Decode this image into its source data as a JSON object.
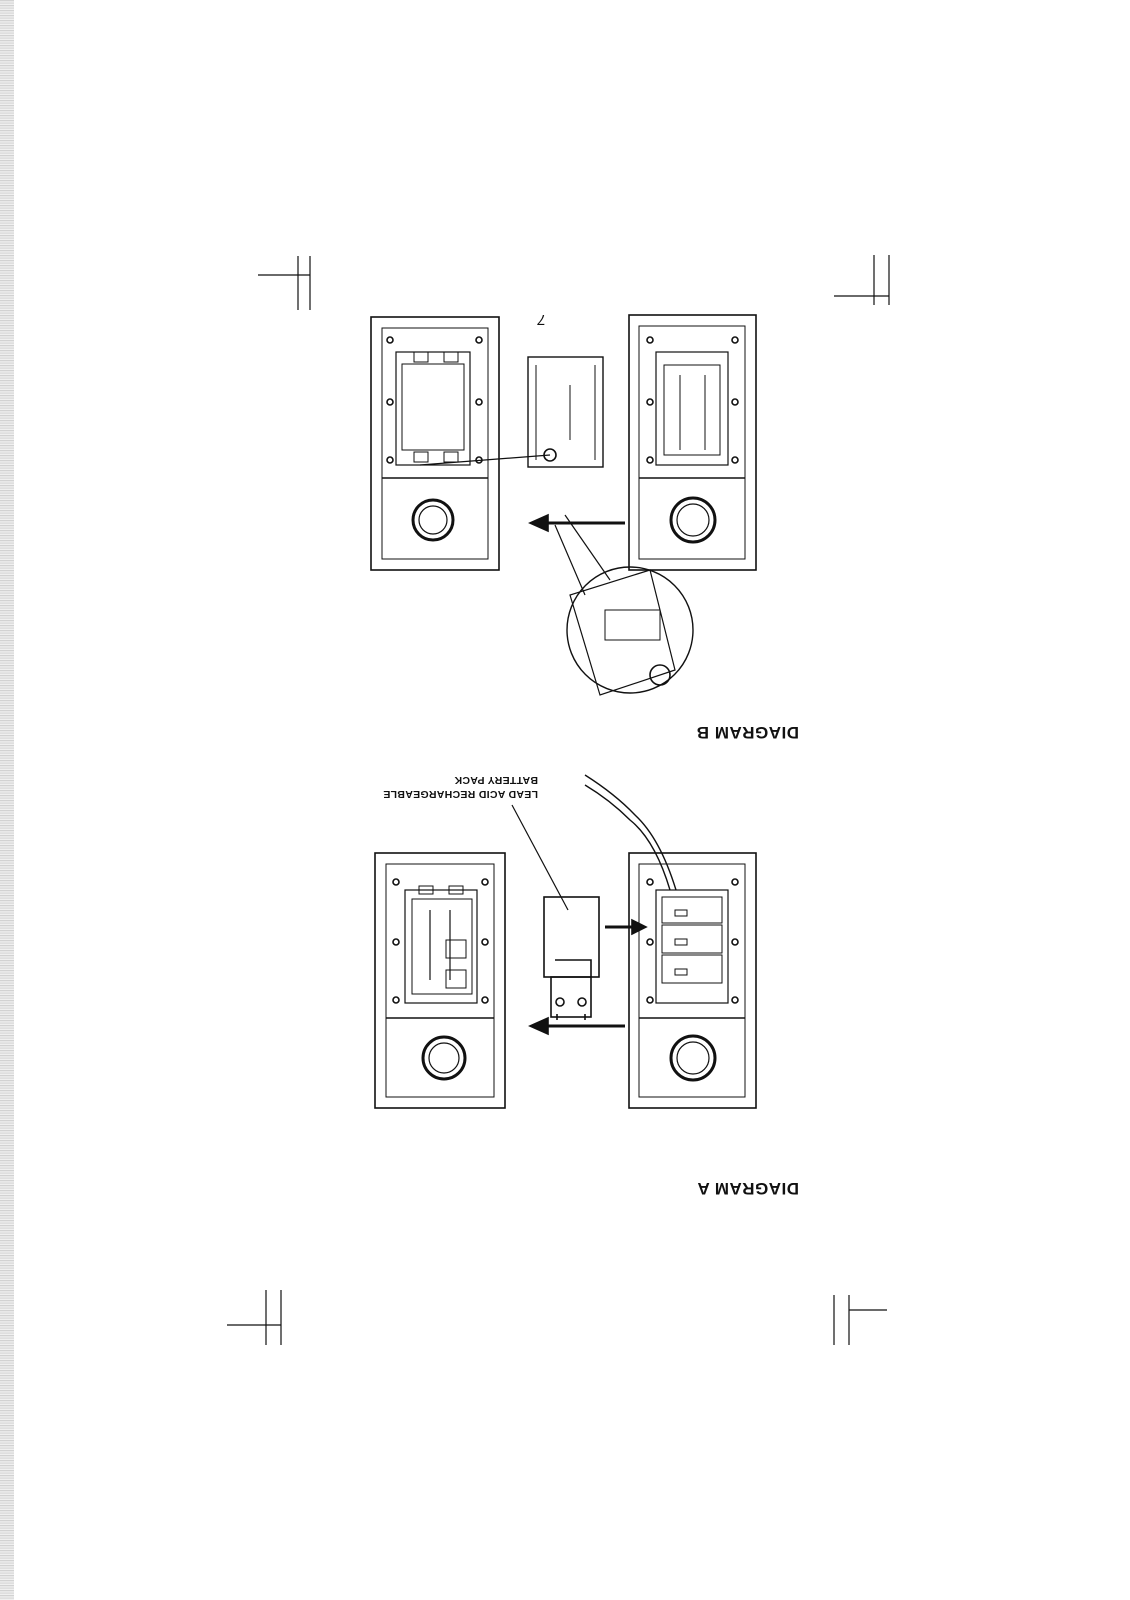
{
  "page_number": "7",
  "diagram_a": {
    "title": "DIAGRAM A",
    "callout_line1": "LEAD ACID RECHARGEABLE",
    "callout_line2": "BATTERY PACK"
  },
  "diagram_b": {
    "title": "DIAGRAM B"
  },
  "icons": [
    "battery-pack-icon",
    "speaker-grille-icon",
    "arrow-icon"
  ],
  "colors": {
    "ink": "#111111",
    "paper": "#ffffff",
    "scan_edge": "#9a9a9a"
  }
}
